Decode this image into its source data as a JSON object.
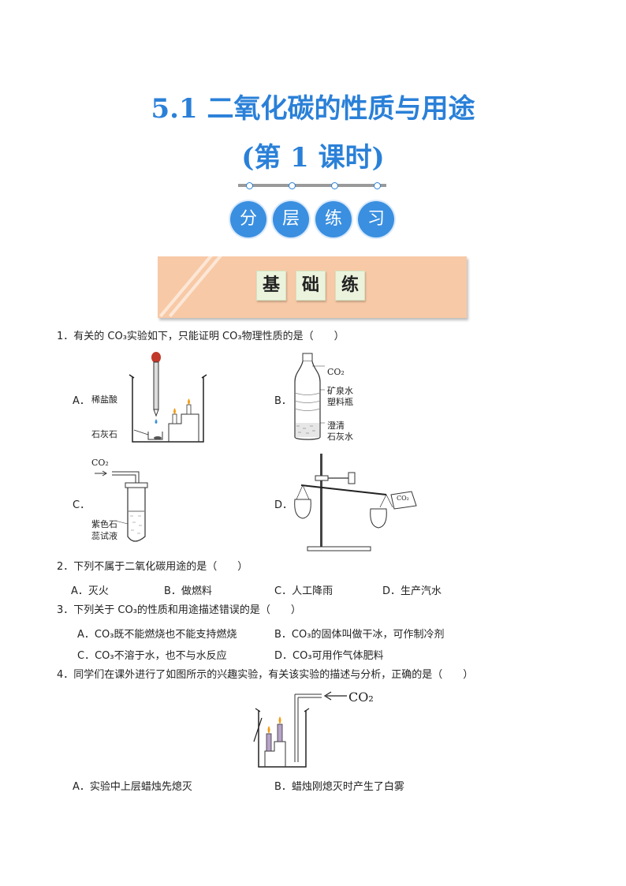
{
  "header": {
    "title_line1": "5.1  二氧化碳的性质与用途",
    "title_line2": "(第 1 课时)",
    "badges": [
      "分",
      "层",
      "练",
      "习"
    ]
  },
  "section": {
    "banner_chars": [
      "基",
      "础",
      "练"
    ]
  },
  "q1": {
    "stem": "1．有关的 CO₃实验如下，只能证明 CO₃物理性质的是（　　）",
    "opt_a": "A．",
    "opt_b": "B．",
    "opt_c": "C．",
    "opt_d": "D．",
    "a_label_acid": "稀盐酸",
    "a_label_stone": "石灰石",
    "b_label_co2": "CO₂",
    "b_label_bottle": "矿泉水\n塑料瓶",
    "b_label_bottle_1": "矿泉水",
    "b_label_bottle_2": "塑料瓶",
    "b_label_lime_1": "澄清",
    "b_label_lime_2": "石灰水",
    "c_label_co2": "CO₂",
    "c_label_litmus_1": "紫色石",
    "c_label_litmus_2": "蕊试液",
    "d_label_co2": "CO₂"
  },
  "q2": {
    "stem": "2．下列不属于二氧化碳用途的是（　　）",
    "options": [
      "A．灭火",
      "B．做燃料",
      "C．人工降雨",
      "D．生产汽水"
    ]
  },
  "q3": {
    "stem": "3．下列关于 CO₃的性质和用途描述错误的是（　　）",
    "options": [
      "A．CO₃既不能燃烧也不能支持燃烧",
      "B．CO₃的固体叫做干冰，可作制冷剂",
      "C．CO₃不溶于水，也不与水反应",
      "D．CO₃可用作气体肥料"
    ]
  },
  "q4": {
    "stem": "4．同学们在课外进行了如图所示的兴趣实验，有关该实验的描述与分析，正确的是（　　）",
    "co2_label": "CO₂",
    "options": [
      "A．实验中上层蜡烛先熄灭",
      "B．蜡烛刚熄灭时产生了白雾"
    ]
  },
  "colors": {
    "title": "#2a80d8",
    "badge": "#3a8fe0",
    "banner": "#f8c9a6",
    "banner_char_bg": "#ebf3dd",
    "dropper": "#c0392b"
  }
}
